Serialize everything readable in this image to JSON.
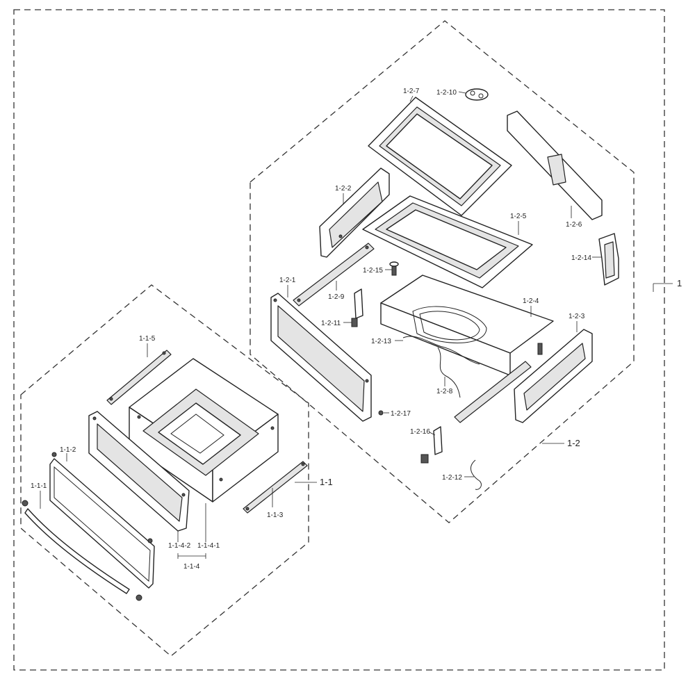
{
  "assembly": {
    "root_label": "1",
    "groups": [
      {
        "label": "1-1"
      },
      {
        "label": "1-2"
      }
    ],
    "parts_1_1": [
      "1-1-1",
      "1-1-2",
      "1-1-3",
      "1-1-4",
      "1-1-4-1",
      "1-1-4-2",
      "1-1-5"
    ],
    "parts_1_2": [
      "1-2-1",
      "1-2-2",
      "1-2-3",
      "1-2-4",
      "1-2-5",
      "1-2-6",
      "1-2-7",
      "1-2-8",
      "1-2-9",
      "1-2-10",
      "1-2-11",
      "1-2-12",
      "1-2-13",
      "1-2-14",
      "1-2-15",
      "1-2-16",
      "1-2-17"
    ]
  }
}
